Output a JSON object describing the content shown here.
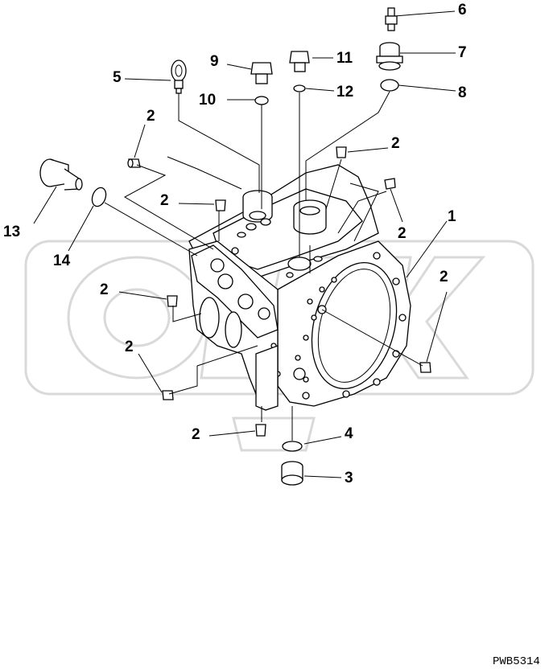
{
  "diagram": {
    "drawing_code": "PWB5314",
    "callouts": [
      {
        "id": "c1",
        "label": "1"
      },
      {
        "id": "c2a",
        "label": "2"
      },
      {
        "id": "c2b",
        "label": "2"
      },
      {
        "id": "c2c",
        "label": "2"
      },
      {
        "id": "c2d",
        "label": "2"
      },
      {
        "id": "c2e",
        "label": "2"
      },
      {
        "id": "c2f",
        "label": "2"
      },
      {
        "id": "c2g",
        "label": "2"
      },
      {
        "id": "c2h",
        "label": "2"
      },
      {
        "id": "c3",
        "label": "3"
      },
      {
        "id": "c4",
        "label": "4"
      },
      {
        "id": "c5",
        "label": "5"
      },
      {
        "id": "c6",
        "label": "6"
      },
      {
        "id": "c7",
        "label": "7"
      },
      {
        "id": "c8",
        "label": "8"
      },
      {
        "id": "c9",
        "label": "9"
      },
      {
        "id": "c10",
        "label": "10"
      },
      {
        "id": "c11",
        "label": "11"
      },
      {
        "id": "c12",
        "label": "12"
      },
      {
        "id": "c13",
        "label": "13"
      },
      {
        "id": "c14",
        "label": "14"
      }
    ]
  }
}
